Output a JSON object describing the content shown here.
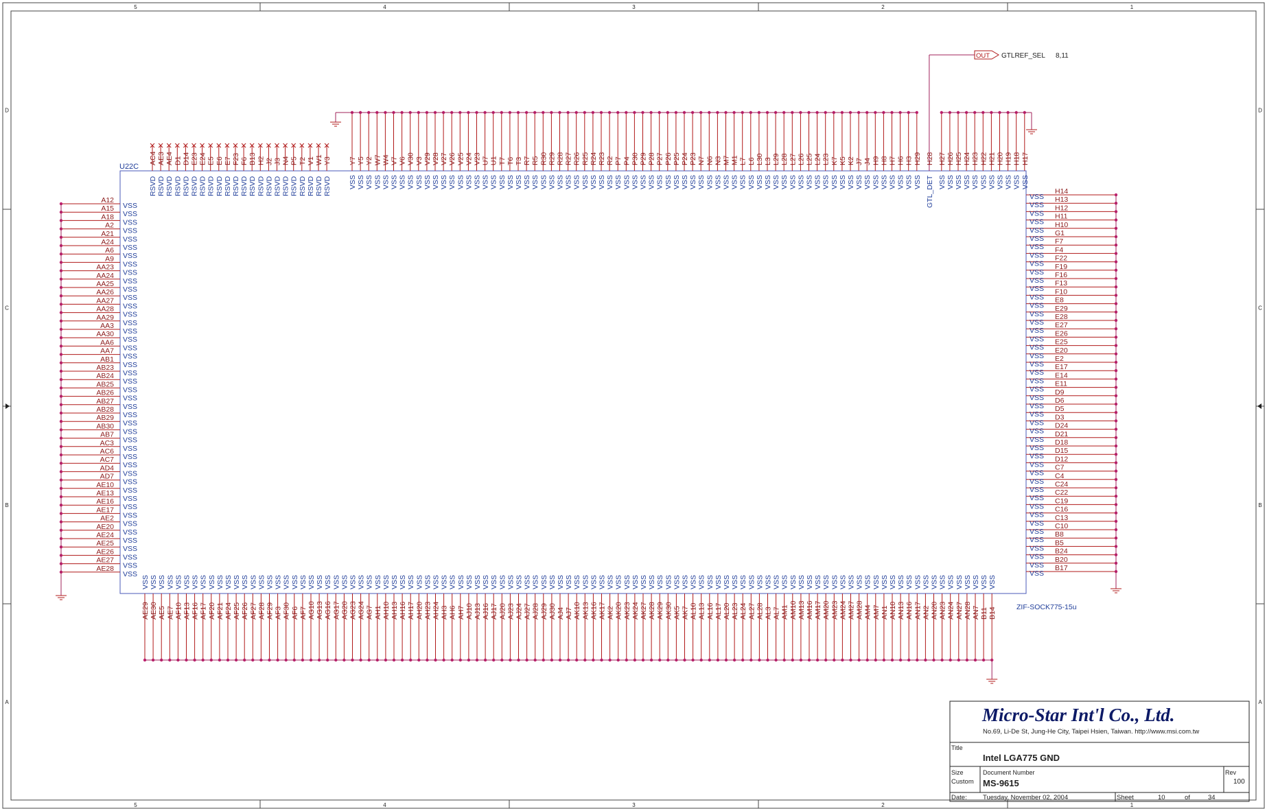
{
  "sheet": {
    "zone_columns": [
      "5",
      "4",
      "3",
      "2",
      "1"
    ],
    "zone_rows": [
      "D",
      "C",
      "B",
      "A"
    ]
  },
  "part": {
    "refdes": "U22C",
    "footprint": "ZIF-SOCK775-15u",
    "vss_label": "VSS",
    "rsvd_label": "RSVD",
    "gtl_det_label": "GTL_DET",
    "gtl_det_pin": "H28",
    "rsvd_pins": [
      "AC4",
      "AE3",
      "AE4",
      "D1",
      "D14",
      "E23",
      "E24",
      "E5",
      "E6",
      "E7",
      "F23",
      "F6",
      "B13",
      "H2",
      "J2",
      "J3",
      "N4",
      "P5",
      "T2",
      "V1",
      "W1",
      "Y3"
    ],
    "top_vss_left": [
      "Y7",
      "Y5",
      "Y2",
      "W7",
      "W4",
      "V7",
      "V6",
      "V30",
      "V3",
      "V29",
      "V28",
      "V27",
      "V26",
      "V25",
      "V24",
      "V23",
      "U7",
      "U1",
      "T7",
      "T6",
      "T3",
      "R7",
      "R5",
      "R30",
      "R29",
      "R28",
      "R27",
      "R26",
      "R25",
      "R24",
      "R23",
      "R2",
      "P7",
      "P4",
      "P30",
      "P29",
      "P28",
      "P27",
      "P26",
      "P25",
      "P24",
      "P23",
      "N7",
      "N6",
      "N3",
      "M7",
      "M1",
      "L7",
      "L6",
      "L30",
      "L3",
      "L29",
      "L28",
      "L27",
      "L26",
      "L25",
      "L24",
      "L23",
      "K7",
      "K5",
      "K2",
      "J7",
      "J4",
      "H9",
      "H8",
      "H7",
      "H6",
      "H3",
      "H29"
    ],
    "top_vss_right": [
      "H27",
      "H26",
      "H25",
      "H24",
      "H23",
      "H22",
      "H21",
      "H20",
      "H19",
      "H18",
      "H17"
    ],
    "left_vss": [
      "A12",
      "A15",
      "A18",
      "A2",
      "A21",
      "A24",
      "A6",
      "A9",
      "AA23",
      "AA24",
      "AA25",
      "AA26",
      "AA27",
      "AA28",
      "AA29",
      "AA3",
      "AA30",
      "AA6",
      "AA7",
      "AB1",
      "AB23",
      "AB24",
      "AB25",
      "AB26",
      "AB27",
      "AB28",
      "AB29",
      "AB30",
      "AB7",
      "AC3",
      "AC6",
      "AC7",
      "AD4",
      "AD7",
      "AE10",
      "AE13",
      "AE16",
      "AE17",
      "AE2",
      "AE20",
      "AE24",
      "AE25",
      "AE26",
      "AE27",
      "AE28"
    ],
    "right_vss": [
      "H14",
      "H13",
      "H12",
      "H11",
      "H10",
      "G1",
      "F7",
      "F4",
      "F22",
      "F19",
      "F16",
      "F13",
      "F10",
      "E8",
      "E29",
      "E28",
      "E27",
      "E26",
      "E25",
      "E20",
      "E2",
      "E17",
      "E14",
      "E11",
      "D9",
      "D6",
      "D5",
      "D3",
      "D24",
      "D21",
      "D18",
      "D15",
      "D12",
      "C7",
      "C4",
      "C24",
      "C22",
      "C19",
      "C16",
      "C13",
      "C10",
      "B8",
      "B5",
      "B24",
      "B20",
      "B17"
    ],
    "bottom_vss": [
      "AE29",
      "AE30",
      "AE5",
      "AE7",
      "AF10",
      "AF13",
      "AF16",
      "AF17",
      "AF20",
      "AF21",
      "AF24",
      "AF25",
      "AF26",
      "AF27",
      "AF28",
      "AF29",
      "AF3",
      "AF30",
      "AF6",
      "AF7",
      "AG10",
      "AG13",
      "AG16",
      "AG17",
      "AG20",
      "AG23",
      "AG24",
      "AG7",
      "AH1",
      "AH10",
      "AH13",
      "AH16",
      "AH17",
      "AH20",
      "AH23",
      "AH24",
      "AH3",
      "AH6",
      "AH7",
      "AJ10",
      "AJ13",
      "AJ16",
      "AJ17",
      "AJ20",
      "AJ23",
      "AJ24",
      "AJ27",
      "AJ28",
      "AJ29",
      "AJ30",
      "AJ4",
      "AJ7",
      "AK10",
      "AK13",
      "AK16",
      "AK17",
      "AK2",
      "AK20",
      "AK23",
      "AK24",
      "AK27",
      "AK28",
      "AK29",
      "AK30",
      "AK5",
      "AK7",
      "AL10",
      "AL13",
      "AL16",
      "AL17",
      "AL20",
      "AL23",
      "AL24",
      "AL27",
      "AL28",
      "AL3",
      "AL7",
      "AM1",
      "AM10",
      "AM13",
      "AM16",
      "AM17",
      "AM20",
      "AM23",
      "AM24",
      "AM27",
      "AM28",
      "AM4",
      "AM7",
      "AN1",
      "AN10",
      "AN13",
      "AN16",
      "AN17",
      "AN2",
      "AN20",
      "AN23",
      "AN24",
      "AN27",
      "AN28",
      "AN7",
      "B11",
      "B14"
    ]
  },
  "offpage": {
    "direction": "OUT",
    "net": "GTLREF_SEL",
    "pages": "8,11"
  },
  "title_block": {
    "company": "Micro-Star Int'l Co., Ltd.",
    "address": "No.69, Li-De St, Jung-He City, Taipei Hsien, Taiwan. http://www.msi.com.tw",
    "title_label": "Title",
    "title": "Intel LGA775 GND",
    "size_label": "Size",
    "size": "Custom",
    "docnum_label": "Document Number",
    "docnum": "MS-9615",
    "rev_label": "Rev",
    "rev": "100",
    "date_label": "Date:",
    "date": "Tuesday, November 02, 2004",
    "sheet_label": "Sheet",
    "sheet": "10",
    "of_label": "of",
    "total": "34"
  },
  "colors": {
    "wire": "#a0205a",
    "junction": "#c02070",
    "pin": "#b01818",
    "body": "#4a5ab8",
    "ground": "#b01818",
    "frame": "#444444",
    "no_connect": "#b01818"
  }
}
